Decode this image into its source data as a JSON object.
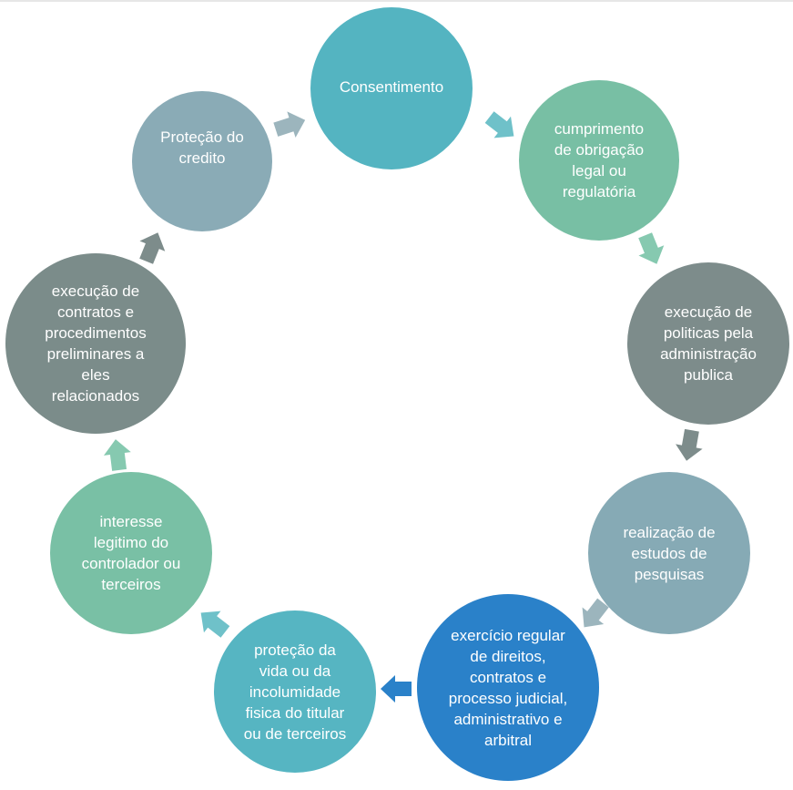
{
  "nodes": [
    {
      "id": "consentimento",
      "label": "Consentimento",
      "color": "#54b4c1"
    },
    {
      "id": "obrigacao-legal",
      "label": "cumprimento\nde obrigação\nlegal ou\nregulatória",
      "color": "#78bfa4"
    },
    {
      "id": "politicas-publicas",
      "label": "execução de\npoliticas pela\nadministração\npublica",
      "color": "#7d8c8b"
    },
    {
      "id": "estudos-pesquisas",
      "label": "realização de\nestudos de\npesquisas",
      "color": "#86aab5"
    },
    {
      "id": "exercicio-direitos",
      "label": "exercício regular\nde direitos,\ncontratos e\nprocesso judicial,\nadministrativo e\narbitral",
      "color": "#2a81c9"
    },
    {
      "id": "protecao-vida",
      "label": "proteção da\nvida ou da\nincolumidade\nfisica do titular\nou de terceiros",
      "color": "#56b5c2"
    },
    {
      "id": "interesse-legitimo",
      "label": "interesse\nlegitimo do\ncontrolador ou\nterceiros",
      "color": "#79c0a5"
    },
    {
      "id": "execucao-contratos",
      "label": "execução de\ncontratos e\nprocedimentos\npreliminares  a\neles\nrelacionados",
      "color": "#7b8c8a"
    },
    {
      "id": "protecao-credito",
      "label": "Proteção do\ncredito",
      "color": "#8aabb6"
    }
  ],
  "arrows": [
    {
      "id": "consentimento-to-obrigacao",
      "color": "#6fc1c9"
    },
    {
      "id": "obrigacao-to-politicas",
      "color": "#86c9b0"
    },
    {
      "id": "politicas-to-estudos",
      "color": "#7d8c8b"
    },
    {
      "id": "estudos-to-exercicio",
      "color": "#9cb5bd"
    },
    {
      "id": "exercicio-to-vida",
      "color": "#2a81c9"
    },
    {
      "id": "vida-to-interesse",
      "color": "#6fc1c9"
    },
    {
      "id": "interesse-to-contratos",
      "color": "#86c9b0"
    },
    {
      "id": "contratos-to-credito",
      "color": "#7d8c8b"
    },
    {
      "id": "credito-to-consentimento",
      "color": "#9cb5bd"
    }
  ]
}
